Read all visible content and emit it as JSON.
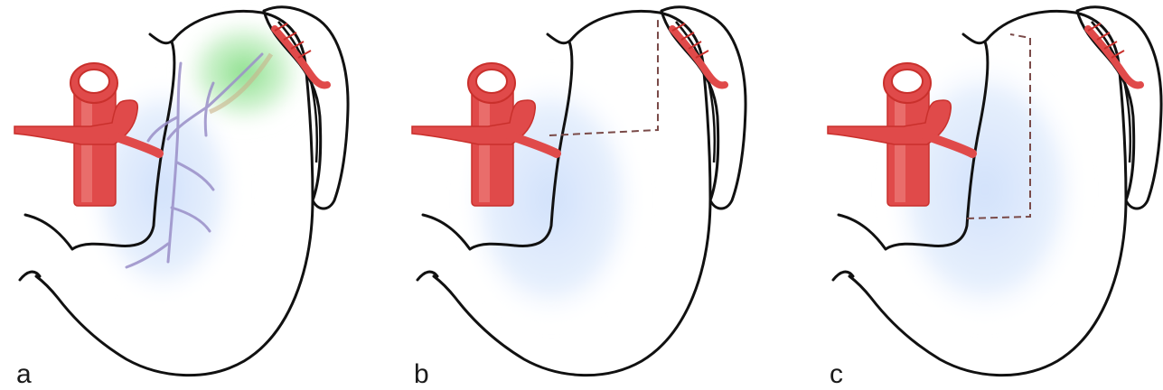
{
  "figure": {
    "panels": [
      {
        "id": "a",
        "label": "a"
      },
      {
        "id": "b",
        "label": "b"
      },
      {
        "id": "c",
        "label": "c"
      }
    ]
  },
  "colors": {
    "outline": "#111111",
    "vessel_fill": "#e04a4a",
    "vessel_dark": "#c9302c",
    "vessel_highlight": "#f7b0ad",
    "lymph_blue": "#cfe0fb",
    "lymph_green": "#7fdc7f",
    "resection_line": "#7a4a48",
    "branch_color": "#9a8fc8"
  }
}
